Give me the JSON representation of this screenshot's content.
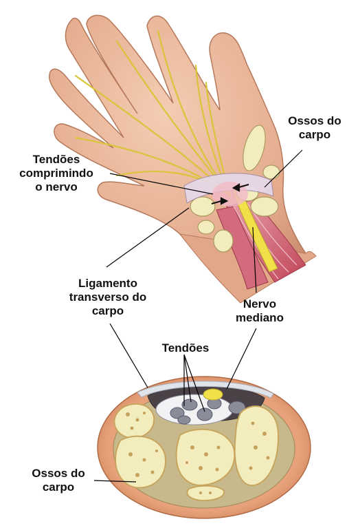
{
  "labels": {
    "ossos_top": [
      "Ossos do",
      "carpo"
    ],
    "tendoes_comprimindo": [
      "Tendões",
      "comprimindo",
      "o nervo"
    ],
    "ligamento": [
      "Ligamento",
      "transverso do",
      "carpo"
    ],
    "nervo": [
      "Nervo",
      "mediano"
    ],
    "tendoes": "Tendões",
    "ossos_bottom": [
      "Ossos do",
      "carpo"
    ]
  },
  "colors": {
    "skin": "#e9b79a",
    "skin_shadow": "#c98a6c",
    "nerve": "#f2e04a",
    "muscle": "#d86c7c",
    "bone": "#f5eec0",
    "ligament": "#dfe3ea",
    "canal_dark": "#4a4246",
    "line": "#000000"
  }
}
